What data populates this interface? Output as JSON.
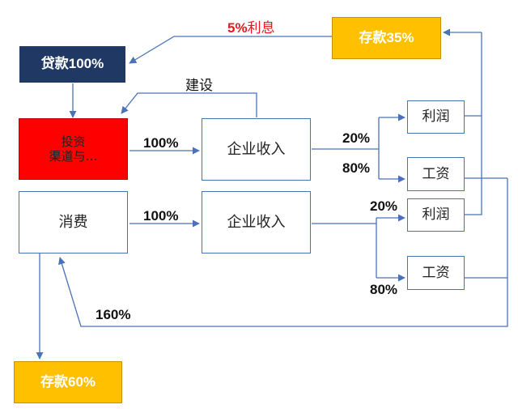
{
  "nodes": {
    "loan": {
      "text": "贷款",
      "pct": "100%"
    },
    "invest": {
      "line1": "投资",
      "line2": "渠道与…"
    },
    "consume": {
      "text": "消费"
    },
    "revenue_top": {
      "text": "企业收入"
    },
    "revenue_bottom": {
      "text": "企业收入"
    },
    "profit_top": {
      "text": "利润"
    },
    "wage_top": {
      "text": "工资"
    },
    "profit_bottom": {
      "text": "利润"
    },
    "wage_bottom": {
      "text": "工资"
    },
    "deposit_top": {
      "text": "存款",
      "pct": "35%"
    },
    "deposit_bottom": {
      "text": "存款",
      "pct": "60%"
    }
  },
  "labels": {
    "interest_pct": "5%",
    "interest_text": "利息",
    "build": "建设",
    "invest_to_revenue": "100%",
    "consume_to_revenue": "100%",
    "top_profit_share": "20%",
    "top_wage_share": "80%",
    "bottom_profit_share": "20%",
    "bottom_wage_share": "80%",
    "wage_to_consume": "160%"
  },
  "colors": {
    "line": "#4a72b8",
    "loan": "#1f3864",
    "deposit": "#ffc000",
    "invest": "#ff0000",
    "interest": "#e31a1c"
  }
}
